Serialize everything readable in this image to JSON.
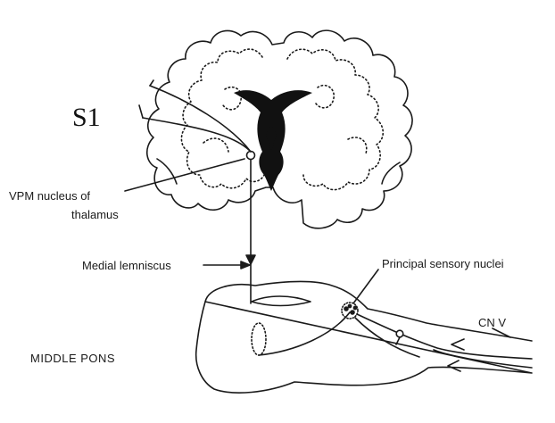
{
  "labels": {
    "s1": "S1",
    "vpm_line1": "VPM nucleus of",
    "vpm_line2": "thalamus",
    "medial_lemniscus": "Medial lemniscus",
    "principal_sensory": "Principal sensory nuclei",
    "cn_v": "CN V",
    "middle_pons": "MIDDLE PONS"
  },
  "colors": {
    "ink": "#1a1a1a",
    "background": "#ffffff"
  }
}
